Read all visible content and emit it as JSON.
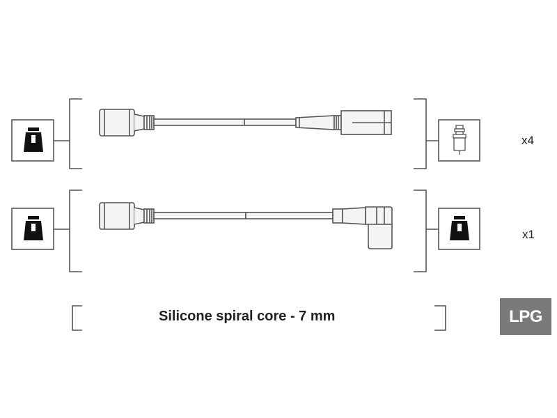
{
  "cables": [
    {
      "id": "cable-straight",
      "quantity_label": "x4",
      "boot_end": "straight",
      "left_terminal_icon": "plug-terminal-icon",
      "right_terminal_icon": "spark-plug-nut-icon"
    },
    {
      "id": "cable-angled",
      "quantity_label": "x1",
      "boot_end": "angled",
      "left_terminal_icon": "plug-terminal-icon",
      "right_terminal_icon": "plug-terminal-icon"
    }
  ],
  "spec": {
    "text": "Silicone spiral core - 7 mm"
  },
  "badge": {
    "text": "LPG",
    "color": "#7a7a7a"
  },
  "colors": {
    "line": "#555555",
    "fill": "#f4f4f4"
  }
}
